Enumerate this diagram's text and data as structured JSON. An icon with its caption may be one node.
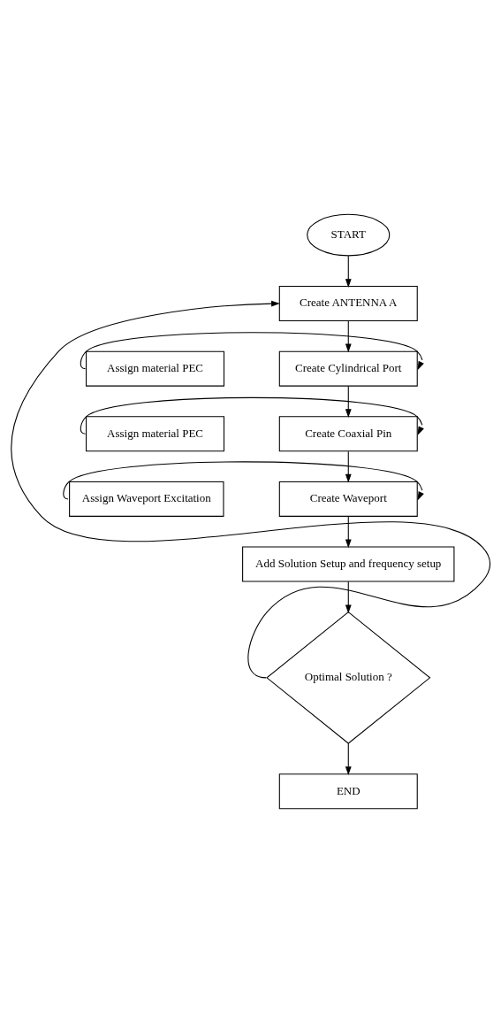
{
  "diagram": {
    "nodes": [
      {
        "text": [
          "START"
        ]
      },
      {
        "text": [
          "Create ANTENNA A"
        ]
      },
      {
        "text": [
          "Create Cylindrical Port"
        ]
      },
      {
        "text": [
          "Assign material PEC"
        ]
      },
      {
        "text": [
          "Create Coaxial Pin"
        ]
      },
      {
        "text": [
          "Assign material PEC"
        ]
      },
      {
        "text": [
          "Create Waveport"
        ]
      },
      {
        "text": [
          "Assign Waveport Excitation"
        ]
      },
      {
        "text": [
          "Add Solution Setup and frequency setup"
        ]
      },
      {
        "text": [
          "Optimal Solution ?"
        ]
      },
      {
        "text": [
          "END"
        ]
      }
    ],
    "edges": [
      {
        "from": 0,
        "to": 1,
        "arrow": "to"
      },
      {
        "from": 1,
        "to": 2,
        "arrow": "to"
      },
      {
        "from": 3,
        "to": 2,
        "arrow": "to"
      },
      {
        "from": 2,
        "to": 4,
        "arrow": "to"
      },
      {
        "from": 5,
        "to": 4,
        "arrow": "to"
      },
      {
        "from": 4,
        "to": 6,
        "arrow": "to"
      },
      {
        "from": 7,
        "to": 6,
        "arrow": "to"
      },
      {
        "from": 6,
        "to": 8,
        "arrow": "to"
      },
      {
        "from": 8,
        "to": 9,
        "arrow": "to"
      },
      {
        "from": 9,
        "to": 1,
        "arrow": "to"
      },
      {
        "from": 9,
        "to": 10,
        "arrow": "to"
      }
    ]
  }
}
